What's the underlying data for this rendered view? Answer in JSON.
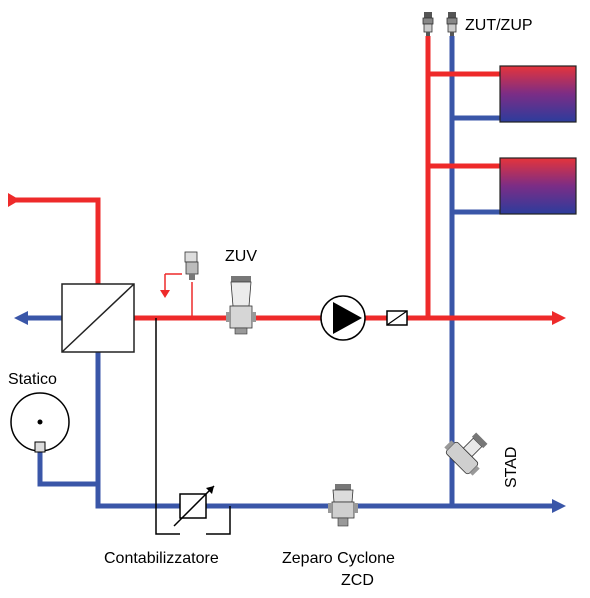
{
  "labels": {
    "zut_zup": "ZUT/ZUP",
    "zuv": "ZUV",
    "statico": "Statico",
    "stad": "STAD",
    "contabilizzatore": "Contabilizzatore",
    "zeparo_line1": "Zeparo Cyclone",
    "zeparo_line2": "ZCD"
  },
  "colors": {
    "supply_pipe": "#ee2a2a",
    "return_pipe": "#3a56a8",
    "wiring": "#000000",
    "radiator_top": "#e5343b",
    "radiator_mid": "#7b2d86",
    "radiator_bottom": "#2c3c9c"
  }
}
